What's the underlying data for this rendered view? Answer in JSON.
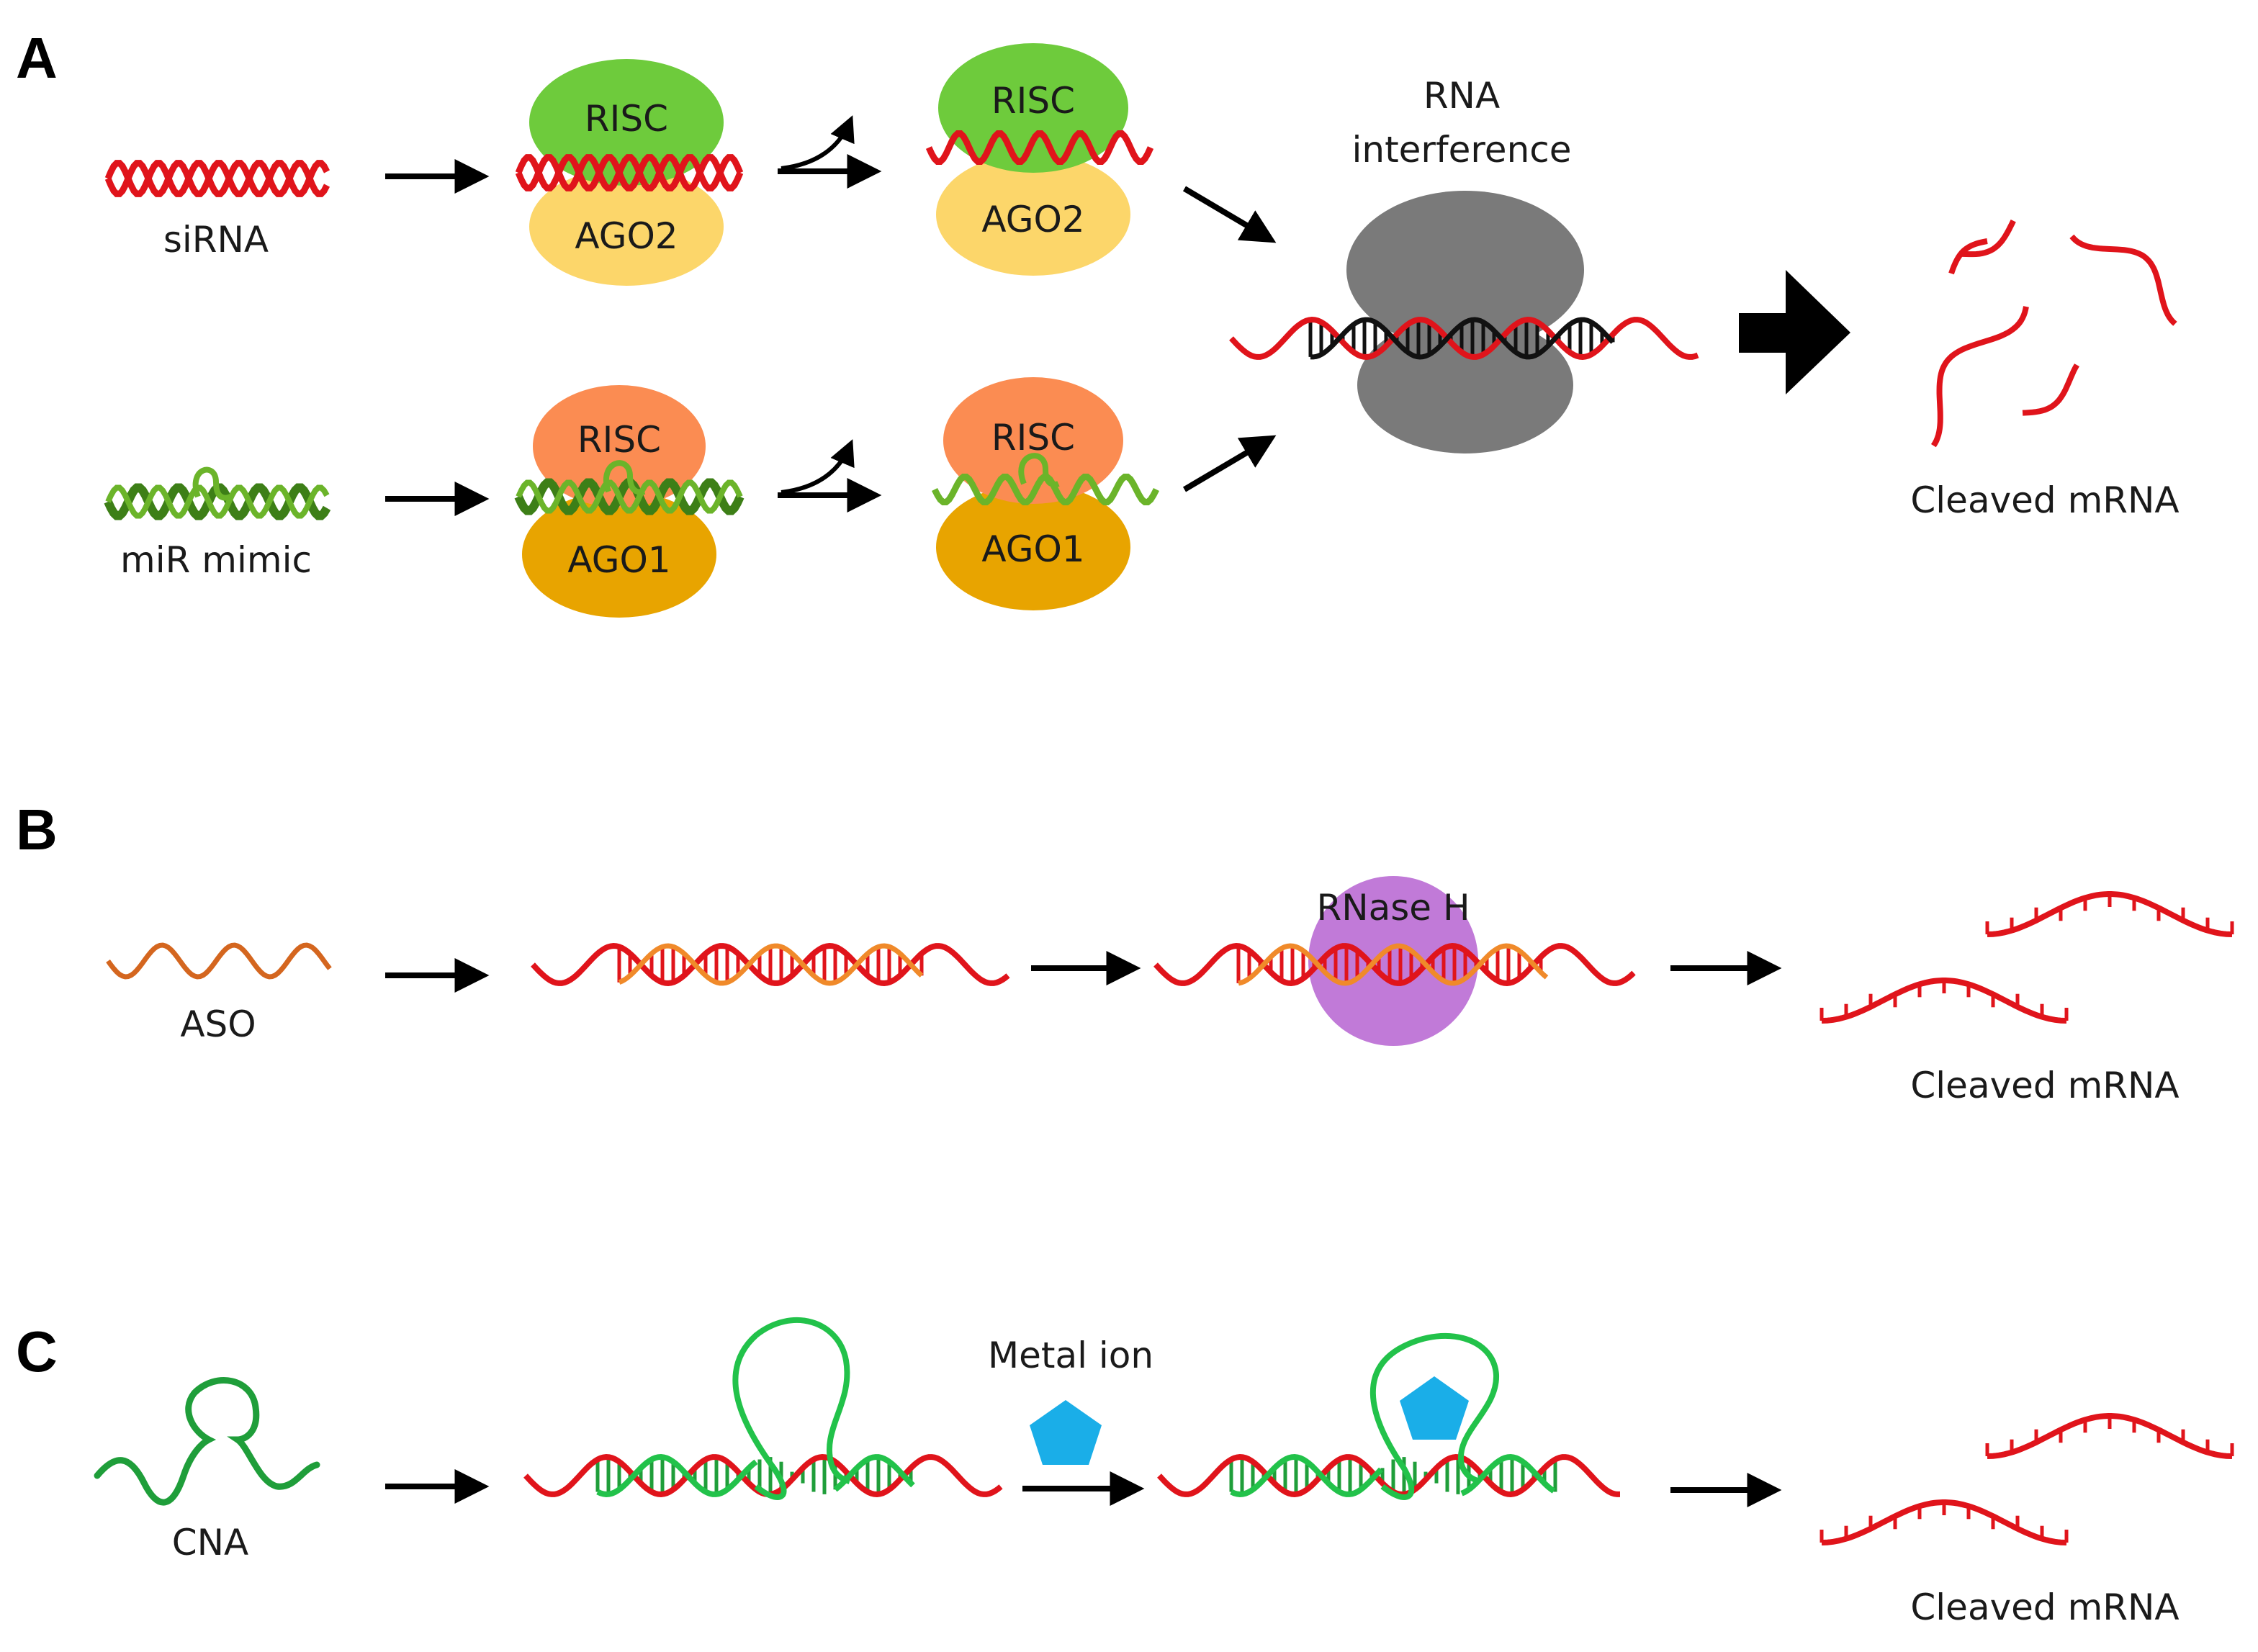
{
  "panels": {
    "a": {
      "letter": "A",
      "sirna_label": "siRNA",
      "mirmimic_label": "miR mimic",
      "risc_label": "RISC",
      "ago2_label": "AGO2",
      "ago1_label": "AGO1",
      "rnai_label_line1": "RNA",
      "rnai_label_line2": "interference",
      "cleaved_label": "Cleaved mRNA"
    },
    "b": {
      "letter": "B",
      "aso_label": "ASO",
      "rnaseh_label": "RNase H",
      "cleaved_label": "Cleaved mRNA"
    },
    "c": {
      "letter": "C",
      "cna_label": "CNA",
      "metal_label": "Metal ion",
      "cleaved_label": "Cleaved mRNA"
    }
  },
  "colors": {
    "mrna": "#e0141b",
    "sirna": "#e0141b",
    "mimic": "#6bb42a",
    "aso": "#d4661f",
    "cna": "#1f9e3a",
    "risc_green": "#6ecb3c",
    "risc_orange": "#fb8c52",
    "ago2_yellow": "#fcd66a",
    "ago1_amber": "#e8a400",
    "ribosome": "#7a7a7a",
    "rnaseh": "#c17ad8",
    "metal": "#1aaee8",
    "black_strand": "#111111"
  }
}
